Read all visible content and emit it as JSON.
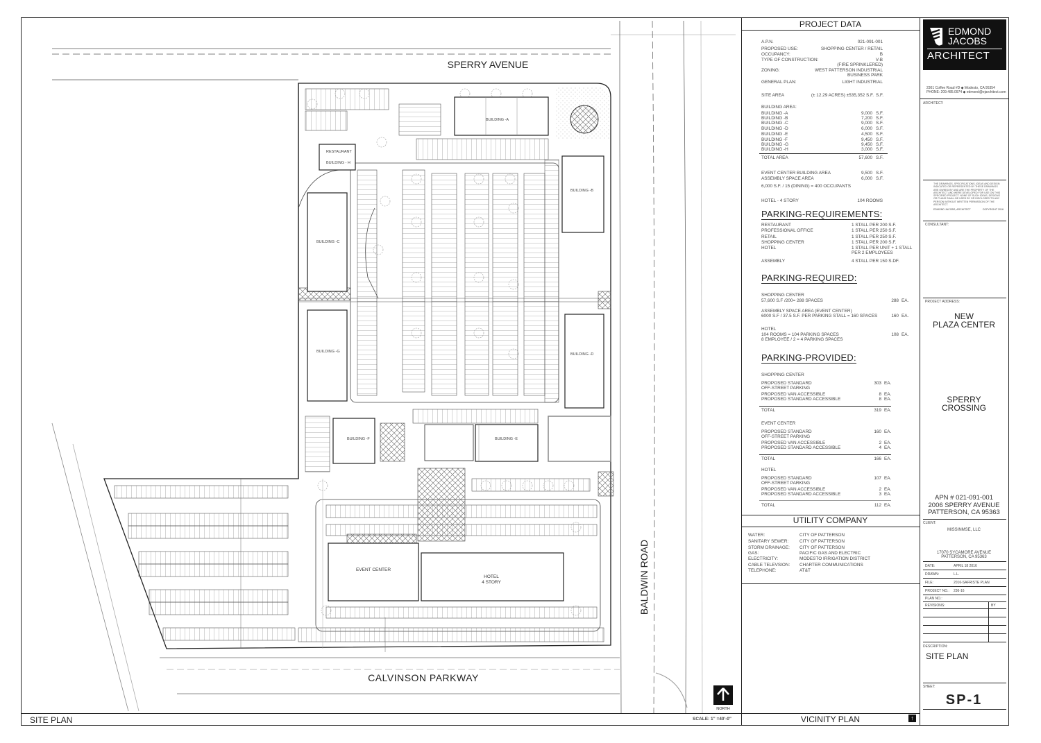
{
  "sheet": {
    "title_left": "SITE PLAN",
    "scale": "SCALE: 1\" =40'-0\"",
    "vicinity_title": "VICINITY PLAN",
    "north": "NORTH"
  },
  "plan": {
    "streets": {
      "north": "SPERRY AVENUE",
      "east": "BALDWIN ROAD",
      "south": "CALVINSON PARKWAY"
    },
    "buildings": {
      "a": "BUILDING -A",
      "b": "BUILDING -B",
      "c": "BUILDING -C",
      "d": "BUILDING -D",
      "e": "BUILDING -E",
      "f": "BUILDING -F",
      "g": "BUILDING -G",
      "h": "BUILDING - H",
      "restaurant": "RESTAURANT",
      "event_center": "EVENT CENTER",
      "hotel": "HOTEL",
      "hotel_sub": "4 STORY"
    }
  },
  "project_data": {
    "title": "PROJECT DATA",
    "info": [
      {
        "label": "A.P.N.",
        "value": "021-091-001"
      },
      {
        "label": "PROPOSED USE:",
        "value": "SHOPPING CENTER / RETAIL"
      },
      {
        "label": "OCCUPANCY:",
        "value": "B"
      },
      {
        "label": "TYPE OF CONSTRUCTION:",
        "value": "V-B",
        "value2": "(FIRE SPRINKLERED)"
      },
      {
        "label": "ZONING:",
        "value": "WEST PATTERSON INDUSTRIAL",
        "value2": "BUSINESS PARK"
      },
      {
        "label": "GENERAL PLAN:",
        "value": "LIGHT INDUSTRIAL"
      },
      {
        "label": "SITE AREA",
        "value": "(± 12.29 ACRES) ±535,352 S.F.",
        "unit": "S.F."
      }
    ],
    "building_area_label": "BUILDING AREA:",
    "buildings": [
      {
        "label": "BUILDING -A",
        "value": "9,000",
        "unit": "S.F."
      },
      {
        "label": "BUILDING -B",
        "value": "7,200",
        "unit": "S.F."
      },
      {
        "label": "BUILDING -C",
        "value": "9,000",
        "unit": "S.F."
      },
      {
        "label": "BUILDING -D",
        "value": "6,000",
        "unit": "S.F."
      },
      {
        "label": "BUILDING -E",
        "value": "4,500",
        "unit": "S.F."
      },
      {
        "label": "BUILDING -F",
        "value": "9,450",
        "unit": "S.F."
      },
      {
        "label": "BUILDING -G",
        "value": "9,450",
        "unit": "S.F."
      },
      {
        "label": "BUILDING -H",
        "value": "3,000",
        "unit": "S.F."
      }
    ],
    "total_area": {
      "label": "TOTAL AREA",
      "value": "57,600",
      "unit": "S.F."
    },
    "event_center": {
      "label": "EVENT CENTER BUILDING AREA",
      "value": "9,500",
      "unit": "S.F."
    },
    "assembly": {
      "label": "ASSEMBLY SPACE AREA",
      "value": "6,000",
      "unit": "S.F."
    },
    "occupants": "6,000 S.F. / 15 (DINING) = 400 OCCUPANTS",
    "hotel": {
      "label": "HOTEL - 4 STORY",
      "value": "104 ROOMS"
    }
  },
  "parking_requirements": {
    "title": "PARKING-REQUIREMENTS:",
    "rows": [
      {
        "label": "RESTAURANT",
        "value": "1 STALL PER 200 S.F."
      },
      {
        "label": "PROFESSIONAL OFFICE",
        "value": "1 STALL PER 250 S.F."
      },
      {
        "label": "RETAIL",
        "value": "1 STALL PER 250 S.F."
      },
      {
        "label": "SHOPPING CENTER",
        "value": "1 STALL PER 200 S.F."
      },
      {
        "label": "HOTEL",
        "value": "1 STALL PER UNIT + 1 STALL",
        "value2": "PER 2 EMPLOYEES"
      },
      {
        "label": "ASSEMBLY",
        "value": "4 STALL PER 150 S.DF."
      }
    ]
  },
  "parking_required": {
    "title": "PARKING-REQUIRED:",
    "groups": [
      {
        "name": "SHOPPING CENTER",
        "line1": "57,600 S.F /200= 288 SPACES",
        "value": "288",
        "unit": "EA."
      },
      {
        "name": "ASSEMBLY SPACE AREA (EVENT CENTER)",
        "line1": "6000 S.F / 37.5 S.F. PER PARKING STALL = 160 SPACES",
        "value": "160",
        "unit": "EA."
      },
      {
        "name": "HOTEL",
        "line1": "104 ROOMS = 104 PARKING SPACES",
        "line2": "8 EMPLOYEE / 2 = 4 PARKING SPACES",
        "value": "108",
        "unit": "EA."
      }
    ]
  },
  "parking_provided": {
    "title": "PARKING-PROVIDED:",
    "groups": [
      {
        "name": "SHOPPING CENTER",
        "std": "PROPOSED STANDARD",
        "std2": "OFF-STREET PARKING",
        "std_v": "303",
        "van": "PROPOSED VAN ACCESSIBLE",
        "van_v": "8",
        "acc": "PROPOSED STANDARD ACCESSIBLE",
        "acc_v": "8",
        "total": "TOTAL",
        "total_v": "319",
        "unit": "EA."
      },
      {
        "name": "EVENT CENTER",
        "std": "PROPOSED STANDARD",
        "std2": "OFF-STREET PARKING",
        "std_v": "160",
        "van": "PROPOSED VAN ACCESSIBLE",
        "van_v": "2",
        "acc": "PROPOSED STANDARD ACCESSIBLE",
        "acc_v": "4",
        "total": "TOTAL",
        "total_v": "166",
        "unit": "EA."
      },
      {
        "name": "HOTEL",
        "std": "PROPOSED STANDARD",
        "std2": "OFF-STREET PARKING",
        "std_v": "107",
        "van": "PROPOSED VAN ACCESSIBLE",
        "van_v": "2",
        "acc": "PROPOSED STANDARD ACCESSIBLE",
        "acc_v": "3",
        "total": "TOTAL",
        "total_v": "112",
        "unit": "EA."
      }
    ]
  },
  "utility": {
    "title": "UTILITY COMPANY",
    "rows": [
      {
        "label": "WATER:",
        "value": "CITY OF PATTERSON"
      },
      {
        "label": "SANITARY SEWER:",
        "value": "CITY OF PATTERSON"
      },
      {
        "label": "STORM DRAINAGE:",
        "value": "CITY OF PATTERSON"
      },
      {
        "label": "GAS:",
        "value": "PACIFIC GAS AND ELECTRIC"
      },
      {
        "label": "ELECTRICITY:",
        "value": "MODESTO IRRIGATION DISTRICT"
      },
      {
        "label": "CABLE TELEVSION:",
        "value": "CHARTER COMMUNICATIONS"
      },
      {
        "label": "TELEPHONE:",
        "value": "AT&T"
      }
    ]
  },
  "title_block": {
    "logo": {
      "line1": "EDMOND",
      "line2": "JACOBS",
      "line3": "ARCHITECT"
    },
    "address1": "2301 Coffee Road #D  ◆  Modesto, CA 95354",
    "address2": "PHONE: 209.485.0974  ◆  edmond@ejarchitect.com",
    "architect_label": "ARCHITECT:",
    "disclaimer": "THE DRAWINGS, SPECIFICATIONS, IDEAS AND DESIGN INDICATED OR REPRESENTED BY THESE DRAWINGS ARE OWNED BY AND ARE THE PROPERTY OF THE ARCHITECT AND WERE DEVELOPED FOR USE ON THIS SPECIFIED PROJECT. NONE OF SUCH IDEAS, DESIGNS OR PLANS SHALL BE USED BY OR DISCLOSED TO ANY PERSON WITHOUT WRITTEN PERMISSION OF THE ARCHITECT.",
    "disclaimer_sign": "EDMOND JACOBS, ARCHITECT",
    "disclaimer_right": "COPYRIGHT 2016",
    "consultant_label": "CONSULTANT:",
    "project_address_label": "PROJECT ADDRESS:",
    "project_name1": "NEW",
    "project_name2": "PLAZA CENTER",
    "project_sub1": "SPERRY",
    "project_sub2": "CROSSING",
    "apn": "APN # 021-091-001",
    "street": "2006 SPERRY AVENUE",
    "city": "PATTERSON, CA  95363",
    "client_label": "CLIENT:",
    "client": "MISSINMSE, LLC",
    "client_addr1": "17070 SYCAMORE AVENUE",
    "client_addr2": "PATTERSON, CA 95363",
    "fields": [
      {
        "label": "DATE:",
        "value": "APRIL 18 2016"
      },
      {
        "label": "DRAWN:",
        "value": "L.L."
      },
      {
        "label": "FILE:",
        "value": "2016-SAFRISTE PLAN"
      },
      {
        "label": "PROJECT NO.:",
        "value": "236-16"
      },
      {
        "label": "PLAN NO.:",
        "value": ""
      }
    ],
    "revisions_label": "REVISIONS:",
    "by_label": "BY",
    "description_label": "DESCRIPTION:",
    "description": "SITE PLAN",
    "sheet_label": "SHEET:",
    "sheet": "SP-1"
  }
}
